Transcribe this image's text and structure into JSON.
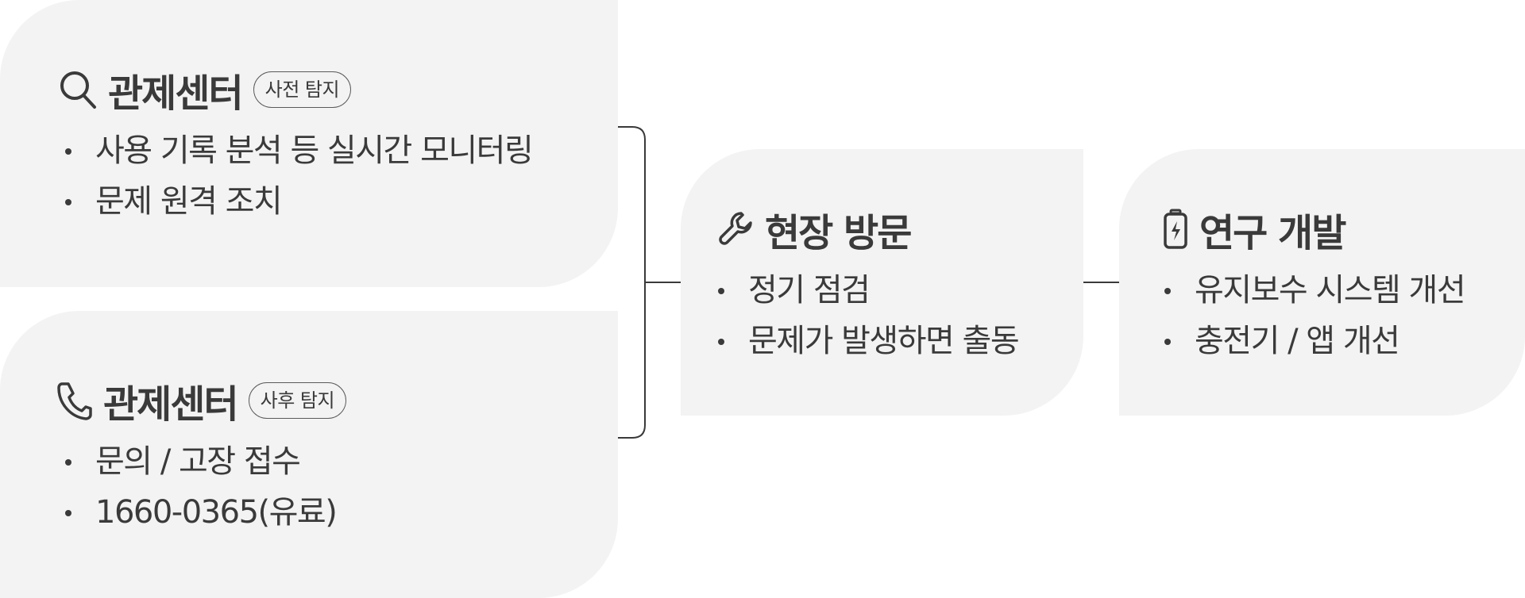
{
  "monitoring": {
    "title": "관제센터",
    "badge": "사전 탐지",
    "icon": "search-icon",
    "items": [
      "사용 기록 분석 등 실시간 모니터링",
      "문제 원격 조치"
    ]
  },
  "support": {
    "title": "관제센터",
    "badge": "사후 탐지",
    "icon": "phone-icon",
    "items": [
      "문의 / 고장 접수",
      "1660-0365(유료)"
    ]
  },
  "field_visit": {
    "title": "현장 방문",
    "icon": "wrench-icon",
    "items": [
      "정기 점검",
      "문제가 발생하면 출동"
    ]
  },
  "rnd": {
    "title": "연구 개발",
    "icon": "battery-charging-icon",
    "items": [
      "유지보수 시스템 개선",
      "충전기 / 앱 개선"
    ]
  },
  "colors": {
    "card_background": "#f3f3f3",
    "text": "#3a3a3a",
    "connector": "#3a3a3a"
  }
}
